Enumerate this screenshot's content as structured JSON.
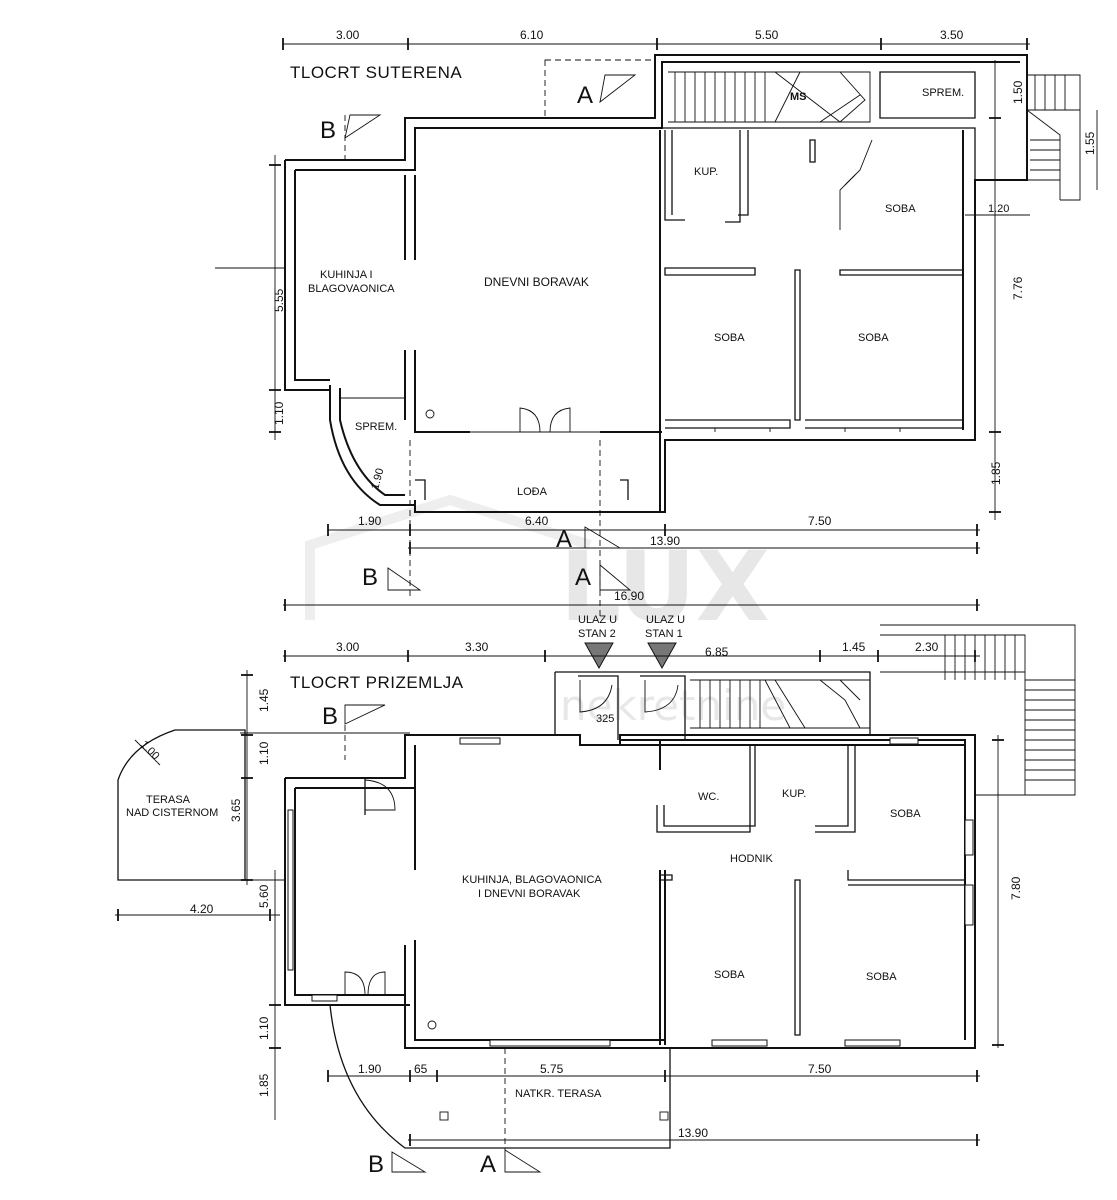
{
  "basement": {
    "title": "TLOCRT SUTERENA",
    "rooms": {
      "kitchen": [
        "KUHINJA I",
        "BLAGOVAONICA"
      ],
      "living": "DNEVNI BORAVAK",
      "bath": "KUP.",
      "storage_top": "SPREM.",
      "storage": "SPREM.",
      "room1": "SOBA",
      "room2": "SOBA",
      "room3": "SOBA",
      "loggia": "LOĐA"
    },
    "dims_top": [
      "3.00",
      "6.10",
      "5.50",
      "3.50"
    ],
    "dims_bottom": [
      "1.90",
      "6.40",
      "7.50"
    ],
    "dim_total_bottom": "13.90",
    "dim_total_overall": "16.90",
    "dims_left": [
      "5.55",
      "1.10"
    ],
    "dims_right": [
      "1.50",
      "7.76",
      "1.85"
    ],
    "dim_stair_right": "1.55",
    "dim_radius": "1.90",
    "dim_wall": "1.20",
    "stair_label": "MS"
  },
  "ground": {
    "title": "TLOCRT PRIZEMLJA",
    "entrance2": [
      "ULAZ U",
      "STAN 2"
    ],
    "entrance1": [
      "ULAZ U",
      "STAN 1"
    ],
    "rooms": {
      "terrace": [
        "TERASA",
        "NAD CISTERNOM"
      ],
      "living": [
        "KUHINJA, BLAGOVAONICA",
        "I DNEVNI BORAVAK"
      ],
      "wc": "WC.",
      "bath": "KUP.",
      "room1": "SOBA",
      "hall": "HODNIK",
      "room2": "SOBA",
      "room3": "SOBA",
      "covered_terrace": "NATKR. TERASA"
    },
    "dims_top": [
      "3.00",
      "3.30",
      "6.85",
      "1.45",
      "2.30"
    ],
    "dims_left": [
      "1.45",
      "1.10",
      "3.65",
      "5.60",
      "1.10",
      "1.85"
    ],
    "dim_terrace_w": "4.20",
    "dim_terrace_r": "1.00",
    "dim_door": "325",
    "dims_bottom": [
      "1.90",
      "65",
      "5.75",
      "7.50"
    ],
    "dim_total_bottom": "13.90",
    "dim_right": "7.80"
  },
  "section_marks": {
    "a": "A",
    "b": "B"
  },
  "watermark": {
    "main": "LUX",
    "sub": "nekretnine"
  }
}
